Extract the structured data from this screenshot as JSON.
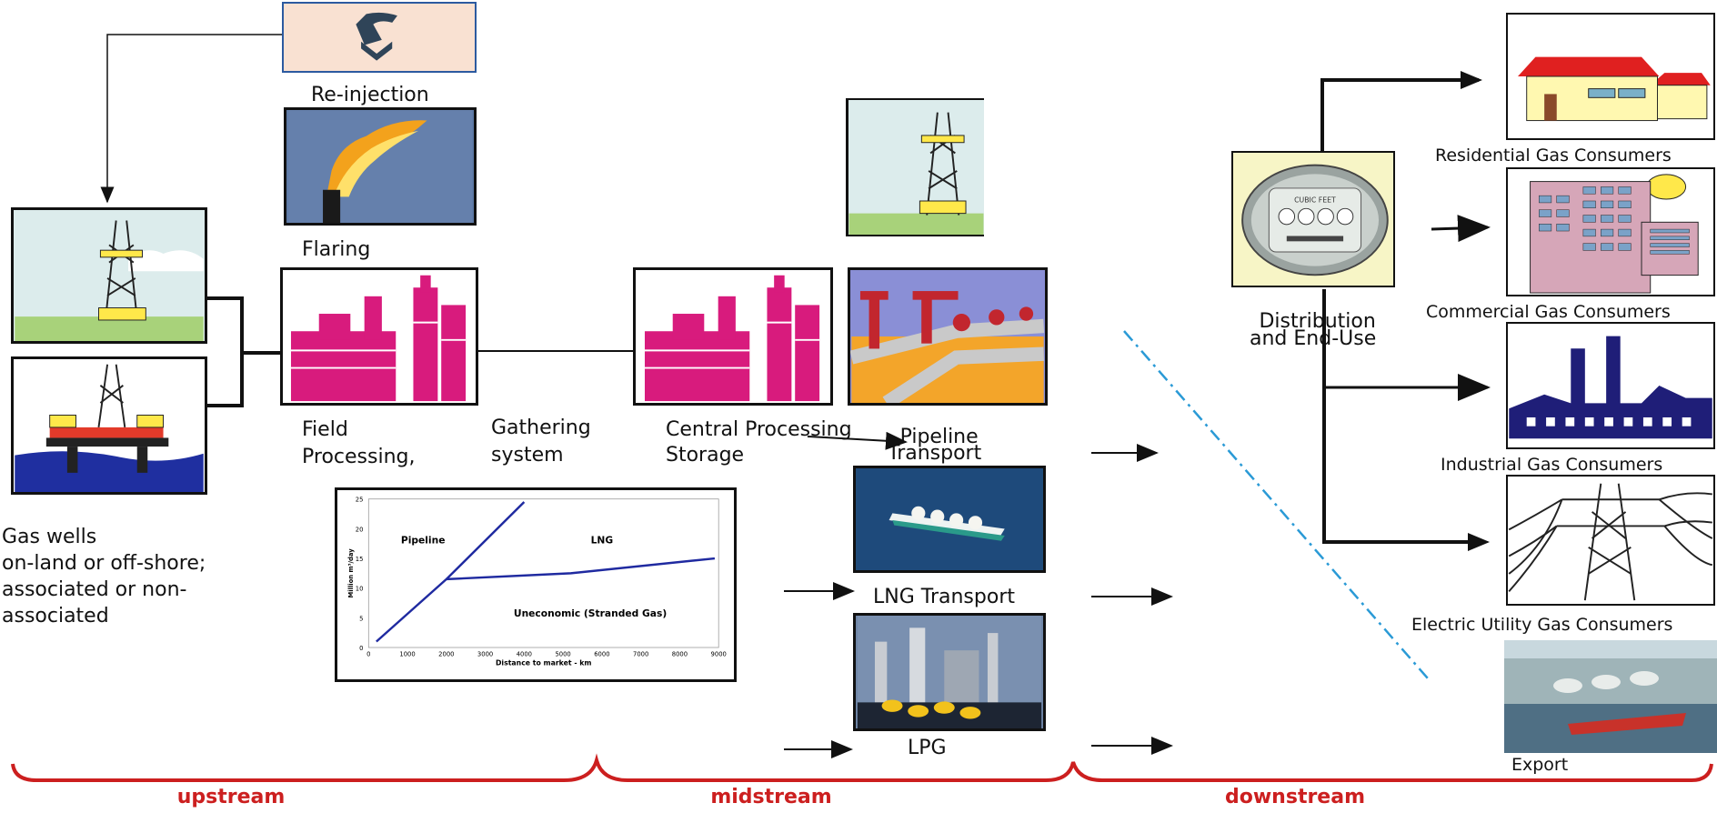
{
  "labels": {
    "reinjection": "Re-injection",
    "flaring": "Flaring",
    "field_processing": [
      "Field",
      "Processing,"
    ],
    "gathering": [
      "Gathering",
      "system"
    ],
    "central_processing": [
      "Central Processing",
      "Storage"
    ],
    "pipeline_transport": [
      "Pipeline",
      "Transport"
    ],
    "lng_transport": "LNG Transport",
    "lpg": "LPG",
    "gas_wells": [
      "Gas wells",
      "on-land or off-shore;",
      "associated or non-",
      "associated"
    ],
    "distribution": [
      "Distribution",
      "and End-Use"
    ],
    "residential": "Residential Gas Consumers",
    "commercial": "Commercial Gas Consumers",
    "industrial": "Industrial Gas Consumers",
    "electric": "Electric Utility Gas Consumers",
    "export": "Export",
    "meter_text": "CUBIC FEET"
  },
  "segments": {
    "upstream": "upstream",
    "midstream": "midstream",
    "downstream": "downstream"
  },
  "colors": {
    "segment_brace": "#cc1f1f",
    "refinery": "#d81b7d",
    "dashdot_line": "#2a9ad6",
    "roof": "#e02020",
    "chart_line": "#1f2aa0"
  },
  "chart_data": {
    "type": "line",
    "xlabel": "Distance to market - km",
    "ylabel": "Million m³/day",
    "xlim": [
      0,
      9000
    ],
    "ylim": [
      0,
      25
    ],
    "xticks": [
      0,
      1000,
      2000,
      3000,
      4000,
      5000,
      6000,
      7000,
      8000,
      9000
    ],
    "yticks": [
      0,
      5,
      10,
      15,
      20,
      25
    ],
    "annotations": [
      "Pipeline",
      "LNG",
      "Uneconomic (Stranded Gas)"
    ],
    "series": [
      {
        "x": [
          200,
          2000,
          4000
        ],
        "y": [
          1,
          11.5,
          24.5
        ]
      },
      {
        "x": [
          2000,
          5200,
          8900
        ],
        "y": [
          11.5,
          12.5,
          15
        ]
      }
    ]
  }
}
